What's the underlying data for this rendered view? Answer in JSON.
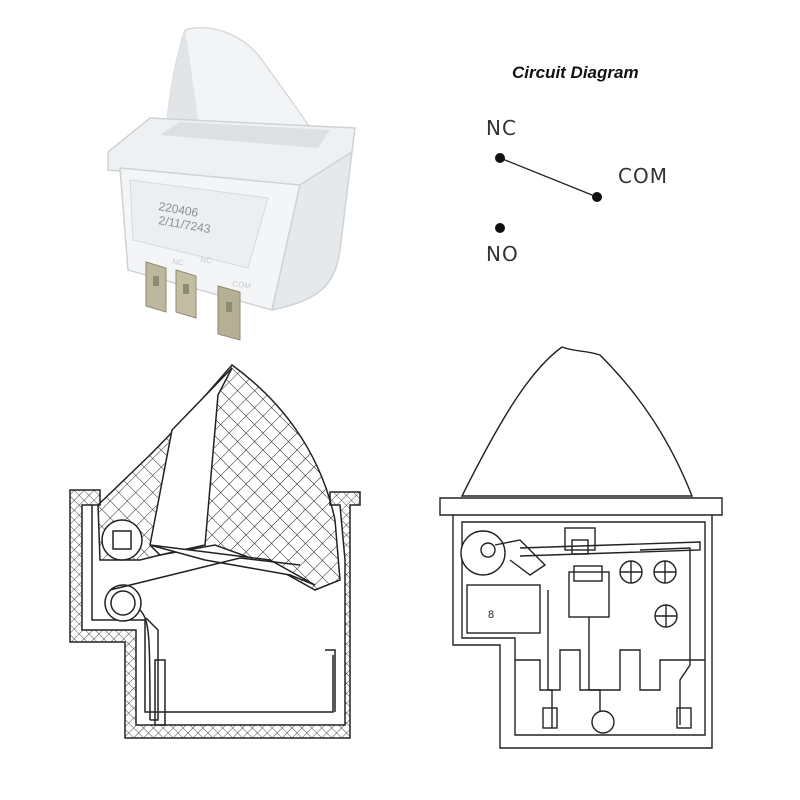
{
  "circuit": {
    "title": "Circuit Diagram",
    "terminals": {
      "nc": "NC",
      "com": "COM",
      "no": "NO"
    }
  },
  "photo": {
    "marking_line1": "220406",
    "marking_line2": "2/11/7243",
    "pin_marks": [
      "NC",
      "NC",
      "COM"
    ]
  },
  "front_section": {
    "part_number": "8"
  },
  "colors": {
    "line": "#222222",
    "housing": "#f2f3f4",
    "shadow": "#d8dbdd",
    "pin_metal": "#b9b39a"
  }
}
